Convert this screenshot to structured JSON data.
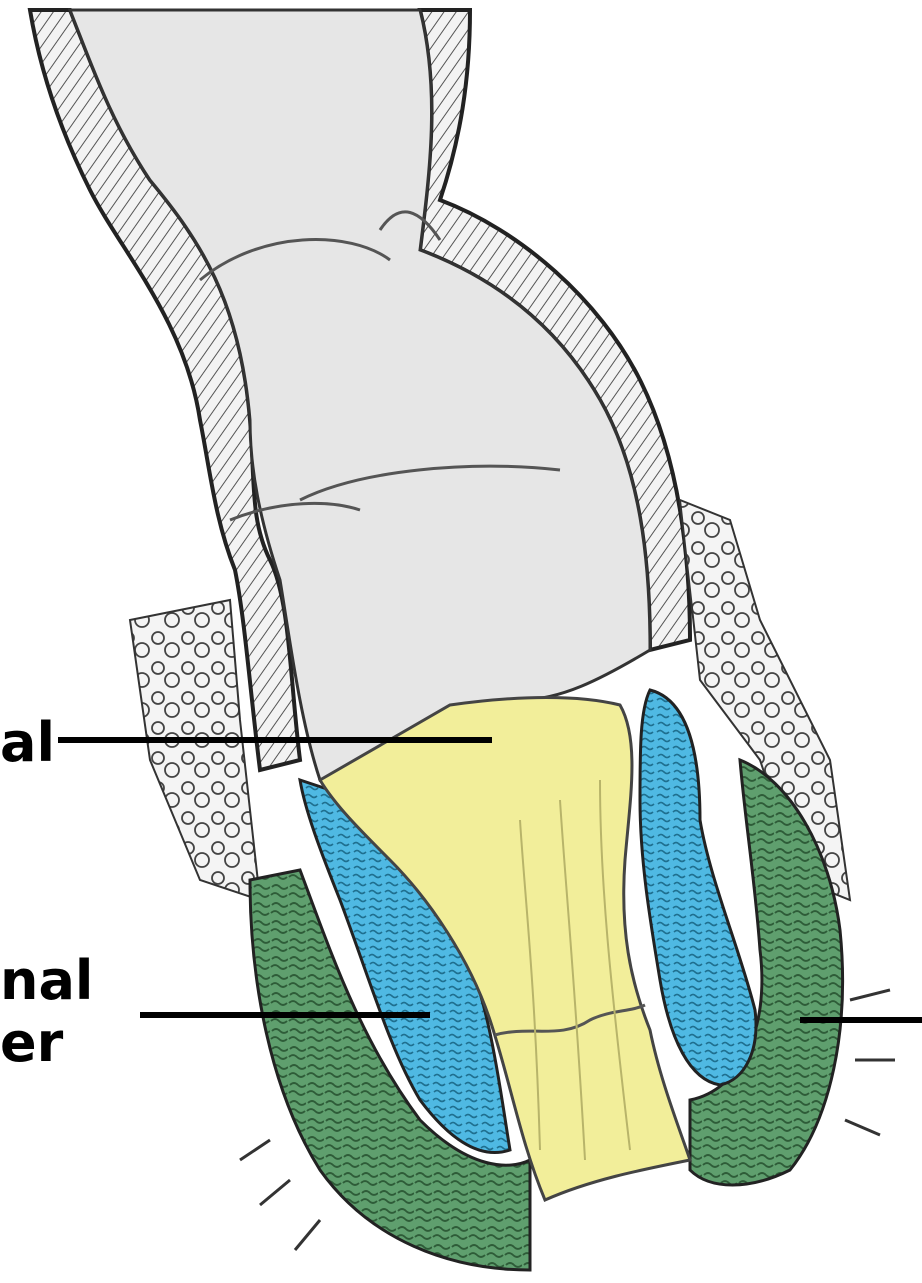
{
  "labels": {
    "anal_canal_fragment": "al",
    "internal_sphincter_line1": "nal",
    "internal_sphincter_line2": "er"
  },
  "colors": {
    "anal_canal_lining": "#f2ee9a",
    "internal_sphincter": "#4fb9e3",
    "external_sphincter": "#5f9f6e",
    "rectum_interior": "#e6e6e6",
    "outline": "#222222",
    "leader_line": "#000000"
  }
}
